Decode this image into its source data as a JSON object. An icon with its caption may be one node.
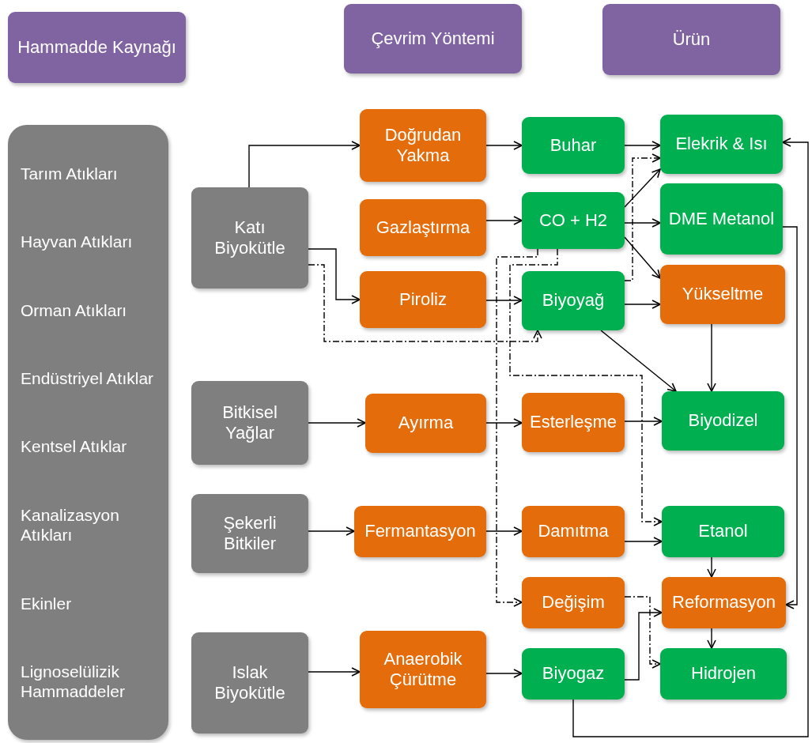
{
  "diagram": {
    "nodes": [
      {
        "text": [
          "Hammadde Kaynağı"
        ]
      },
      {
        "text": [
          "Çevrim Yöntemi"
        ]
      },
      {
        "text": [
          "Ürün"
        ]
      },
      {
        "text": [
          "Tarım Atıkları",
          "Hayvan Atıkları",
          "Orman Atıkları",
          "Endüstriyel Atıklar",
          "Kentsel Atıklar",
          "Kanalizasyon Atıkları",
          "Ekinler",
          "Lignoselülizik Hammaddeler"
        ]
      },
      {
        "text": [
          "Katı Biyokütle"
        ]
      },
      {
        "text": [
          "Bitkisel Yağlar"
        ]
      },
      {
        "text": [
          "Şekerli Bitkiler"
        ]
      },
      {
        "text": [
          "Islak Biyokütle"
        ]
      },
      {
        "text": [
          "Doğrudan Yakma"
        ]
      },
      {
        "text": [
          "Buhar"
        ]
      },
      {
        "text": [
          "Elekrik & Isı"
        ]
      },
      {
        "text": [
          "Gazlaştırma"
        ]
      },
      {
        "text": [
          "CO + H2"
        ]
      },
      {
        "text": [
          "DME Metanol"
        ]
      },
      {
        "text": [
          "Piroliz"
        ]
      },
      {
        "text": [
          "Biyoyağ"
        ]
      },
      {
        "text": [
          "Yükseltme"
        ]
      },
      {
        "text": [
          "Ayırma"
        ]
      },
      {
        "text": [
          "Esterleşme"
        ]
      },
      {
        "text": [
          "Biyodizel"
        ]
      },
      {
        "text": [
          "Fermantasyon"
        ]
      },
      {
        "text": [
          "Damıtma"
        ]
      },
      {
        "text": [
          "Etanol"
        ]
      },
      {
        "text": [
          "Değişim"
        ]
      },
      {
        "text": [
          "Reformasyon"
        ]
      },
      {
        "text": [
          "Anaerobik Çürütme"
        ]
      },
      {
        "text": [
          "Biyogaz"
        ]
      },
      {
        "text": [
          "Hidrojen"
        ]
      }
    ],
    "edges": [
      {
        "from": 4,
        "to": 8,
        "arrow": "to"
      },
      {
        "from": 4,
        "to": 14,
        "arrow": "to"
      },
      {
        "from": 4,
        "to": 15,
        "arrow": "to",
        "style": "dashed"
      },
      {
        "from": 8,
        "to": 9,
        "arrow": "to"
      },
      {
        "from": 9,
        "to": 10,
        "arrow": "to"
      },
      {
        "from": 11,
        "to": 12,
        "arrow": "to"
      },
      {
        "from": 12,
        "to": 10,
        "arrow": "to"
      },
      {
        "from": 12,
        "to": 13,
        "arrow": "to"
      },
      {
        "from": 12,
        "to": 16,
        "arrow": "to"
      },
      {
        "from": 12,
        "to": 23,
        "arrow": "to",
        "style": "dashed"
      },
      {
        "from": 12,
        "to": 22,
        "arrow": "to",
        "style": "dashed"
      },
      {
        "from": 14,
        "to": 15,
        "arrow": "to"
      },
      {
        "from": 15,
        "to": 10,
        "arrow": "to",
        "style": "dashed"
      },
      {
        "from": 15,
        "to": 16,
        "arrow": "to"
      },
      {
        "from": 15,
        "to": 19,
        "arrow": "to"
      },
      {
        "from": 16,
        "to": 19,
        "arrow": "to"
      },
      {
        "from": 13,
        "to": 24,
        "arrow": "to"
      },
      {
        "from": 5,
        "to": 17,
        "arrow": "to"
      },
      {
        "from": 17,
        "to": 18,
        "arrow": "to"
      },
      {
        "from": 18,
        "to": 19,
        "arrow": "to"
      },
      {
        "from": 6,
        "to": 20,
        "arrow": "to"
      },
      {
        "from": 20,
        "to": 21,
        "arrow": "to"
      },
      {
        "from": 21,
        "to": 22,
        "arrow": "to"
      },
      {
        "from": 22,
        "to": 24,
        "arrow": "to"
      },
      {
        "from": 23,
        "to": 27,
        "arrow": "to",
        "style": "dashed"
      },
      {
        "from": 24,
        "to": 27,
        "arrow": "to"
      },
      {
        "from": 7,
        "to": 25,
        "arrow": "to"
      },
      {
        "from": 25,
        "to": 26,
        "arrow": "to"
      },
      {
        "from": 26,
        "to": 24,
        "arrow": "to"
      },
      {
        "from": 26,
        "to": 10,
        "arrow": "to"
      }
    ]
  }
}
